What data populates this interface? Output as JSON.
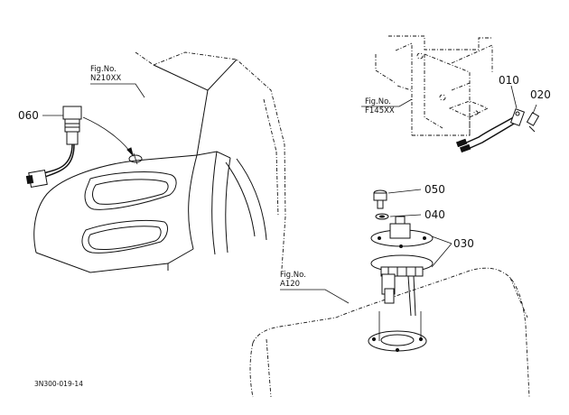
{
  "callouts": {
    "p060": "060",
    "p010": "010",
    "p020": "020",
    "p050": "050",
    "p040": "040",
    "p030": "030"
  },
  "figure_refs": {
    "n210": {
      "line1": "Fig.No.",
      "line2": "N210XX"
    },
    "f145": {
      "line1": "Fig.No.",
      "line2": "F145XX"
    },
    "a120": {
      "line1": "Fig.No.",
      "line2": "A120"
    }
  },
  "drawing_code": "3N300-019-14"
}
